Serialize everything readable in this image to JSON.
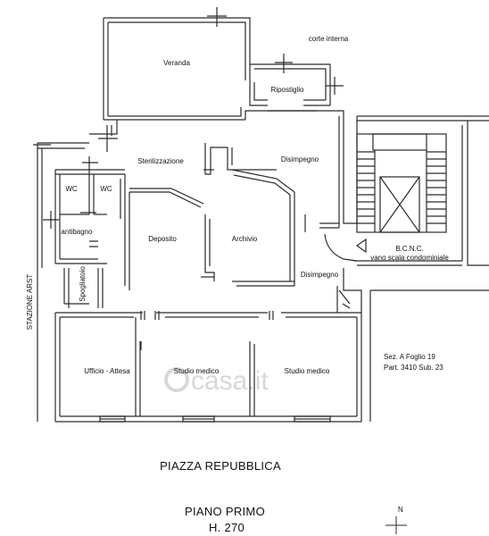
{
  "rooms": {
    "veranda": "Veranda",
    "ripostiglio": "Ripostiglio",
    "corte_interna": "corte interna",
    "sterilizzazione": "Sterilizzazione",
    "disimpegno_top": "Disimpegno",
    "wc_left": "WC",
    "wc_right": "WC",
    "antibagno": "antibagno",
    "deposito": "Deposito",
    "archivio": "Archivio",
    "disimpegno_bottom": "Disimpegno",
    "spogliatoio": "Spogliatoio",
    "ufficio": "Ufficio - Attesa",
    "studio1": "Studio medico",
    "studio2": "Studio medico"
  },
  "stair": {
    "line1": "B.C.N.C.",
    "line2": "vano scala condominiale"
  },
  "cadastral": {
    "line1": "Sez. A Foglio 19",
    "line2": "Part. 3410 Sub. 23"
  },
  "street_side": "STAZIONE ARST",
  "street_bottom": "PIAZZA REPUBBLICA",
  "floor_name": "PIANO PRIMO",
  "floor_height": "H. 270",
  "north": "N",
  "watermark": "casa.it",
  "colors": {
    "wall": "#2a2a2a",
    "background": "#ffffff",
    "watermark": "#d8d8d8"
  }
}
